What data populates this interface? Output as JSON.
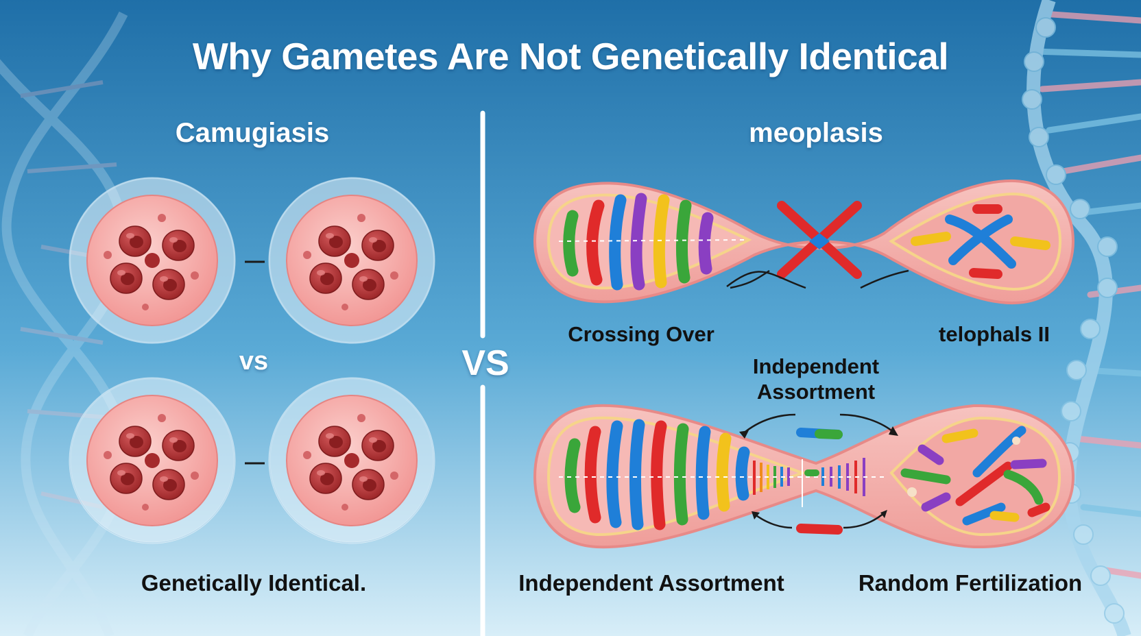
{
  "title": "Why Gametes Are Not Genetically Identical",
  "left": {
    "heading": "Camugiasis",
    "vs_label": "vs",
    "caption": "Genetically Identical."
  },
  "divider": {
    "vs_label": "VS"
  },
  "right": {
    "heading": "meoplasis",
    "labels": {
      "crossing_over": "Crossing Over",
      "telophase": "telophals II",
      "independent_top_line1": "Independent",
      "independent_top_line2": "Assortment",
      "independent_bottom": "Independent Assortment",
      "random_fertilization": "Random Fertilization"
    }
  },
  "colors": {
    "bg_top": "#1f6fa8",
    "bg_bottom": "#d8eef8",
    "cell_fill": "#f4a8a6",
    "nucleus": "#b5383a",
    "divider": "#ffffff",
    "chromosome_red": "#e02a2a",
    "chromosome_blue": "#1f7fd8",
    "chromosome_green": "#3aa63a",
    "chromosome_purple": "#8a3fc2",
    "chromosome_yellow": "#f2c21c",
    "chromosome_orange": "#f08a1c"
  }
}
